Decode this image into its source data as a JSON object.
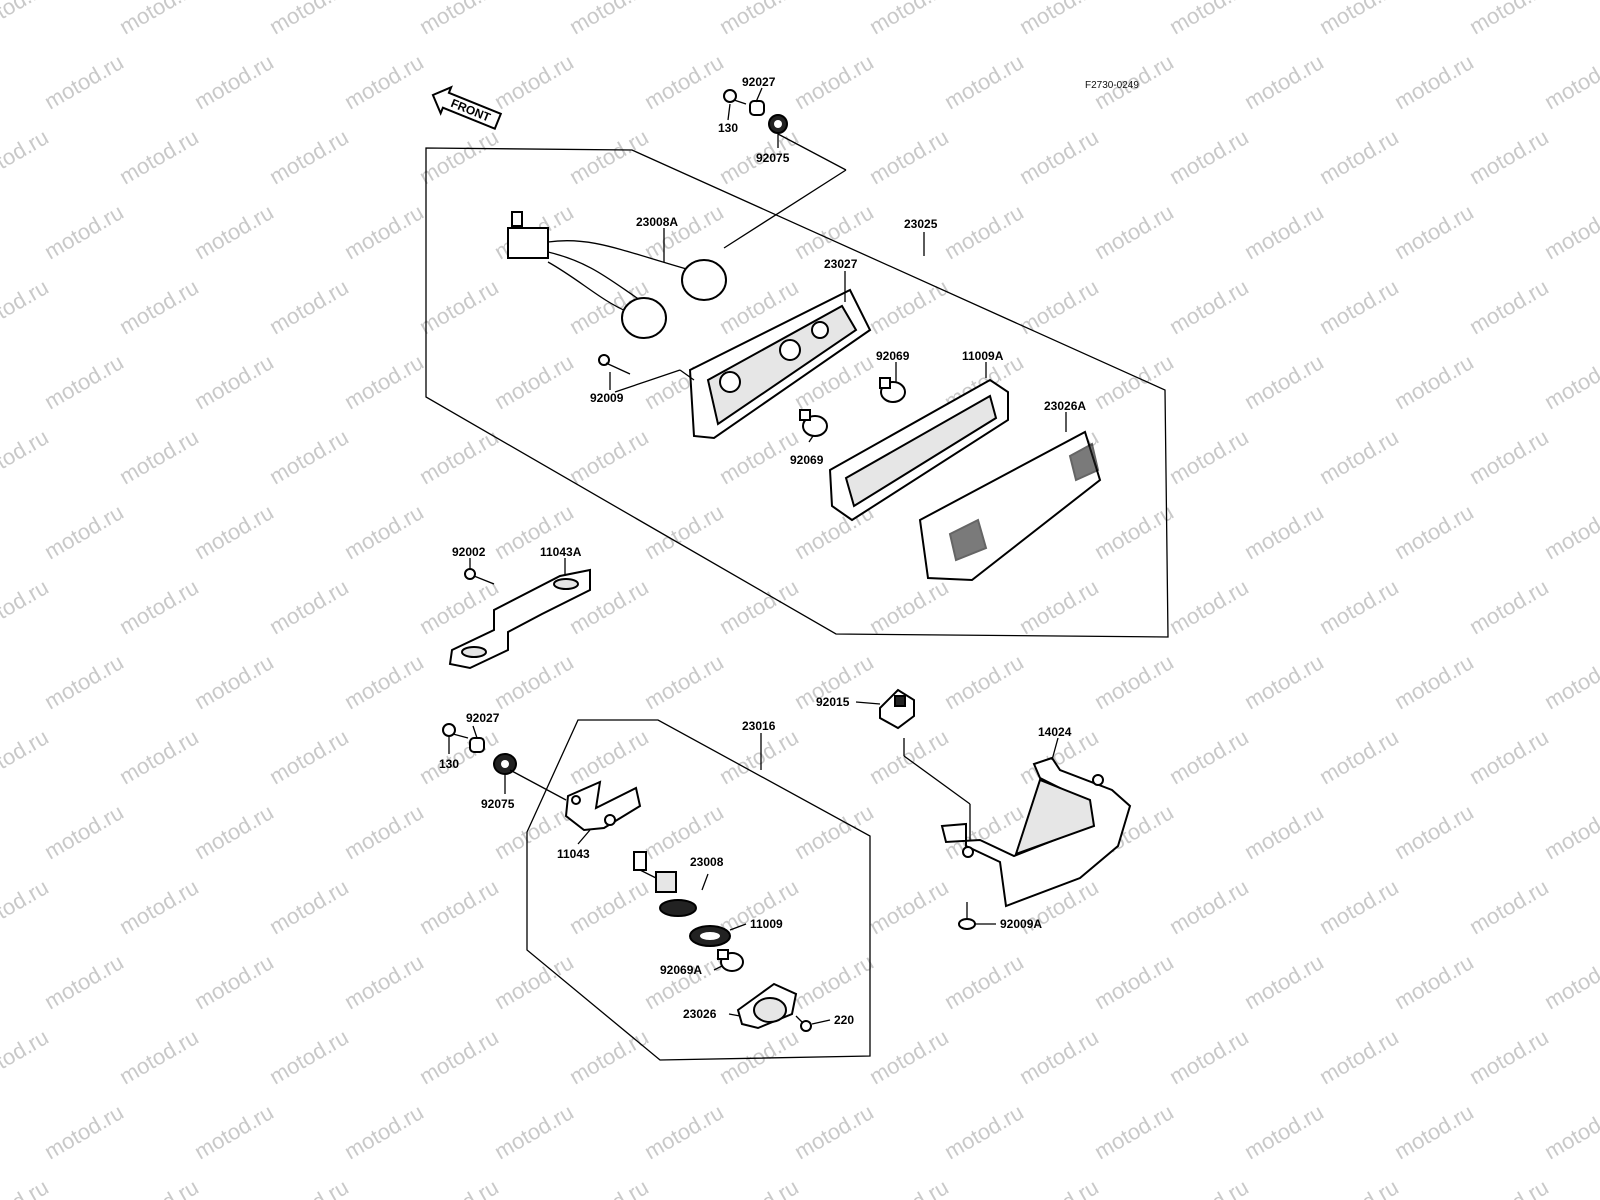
{
  "watermark": "motod.ru",
  "drawing_code": "F2730-0249",
  "front_label": "FRONT",
  "labels": {
    "p92027_top": "92027",
    "p130_top": "130",
    "p92075_top": "92075",
    "p23025": "23025",
    "p23008A": "23008A",
    "p23027": "23027",
    "p92069_a": "92069",
    "p11009A": "11009A",
    "p23026A": "23026A",
    "p92009": "92009",
    "p92069_b": "92069",
    "p92002": "92002",
    "p11043A": "11043A",
    "p92015": "92015",
    "p14024": "14024",
    "p92027_bot": "92027",
    "p23016": "23016",
    "p130_bot": "130",
    "p92075_bot": "92075",
    "p11043": "11043",
    "p23008": "23008",
    "p11009": "11009",
    "p92069A": "92069A",
    "p23026": "23026",
    "p220": "220",
    "p92009A": "92009A"
  },
  "colors": {
    "ink": "#000000",
    "watermark": "#c9c9c9",
    "paper": "#ffffff"
  }
}
